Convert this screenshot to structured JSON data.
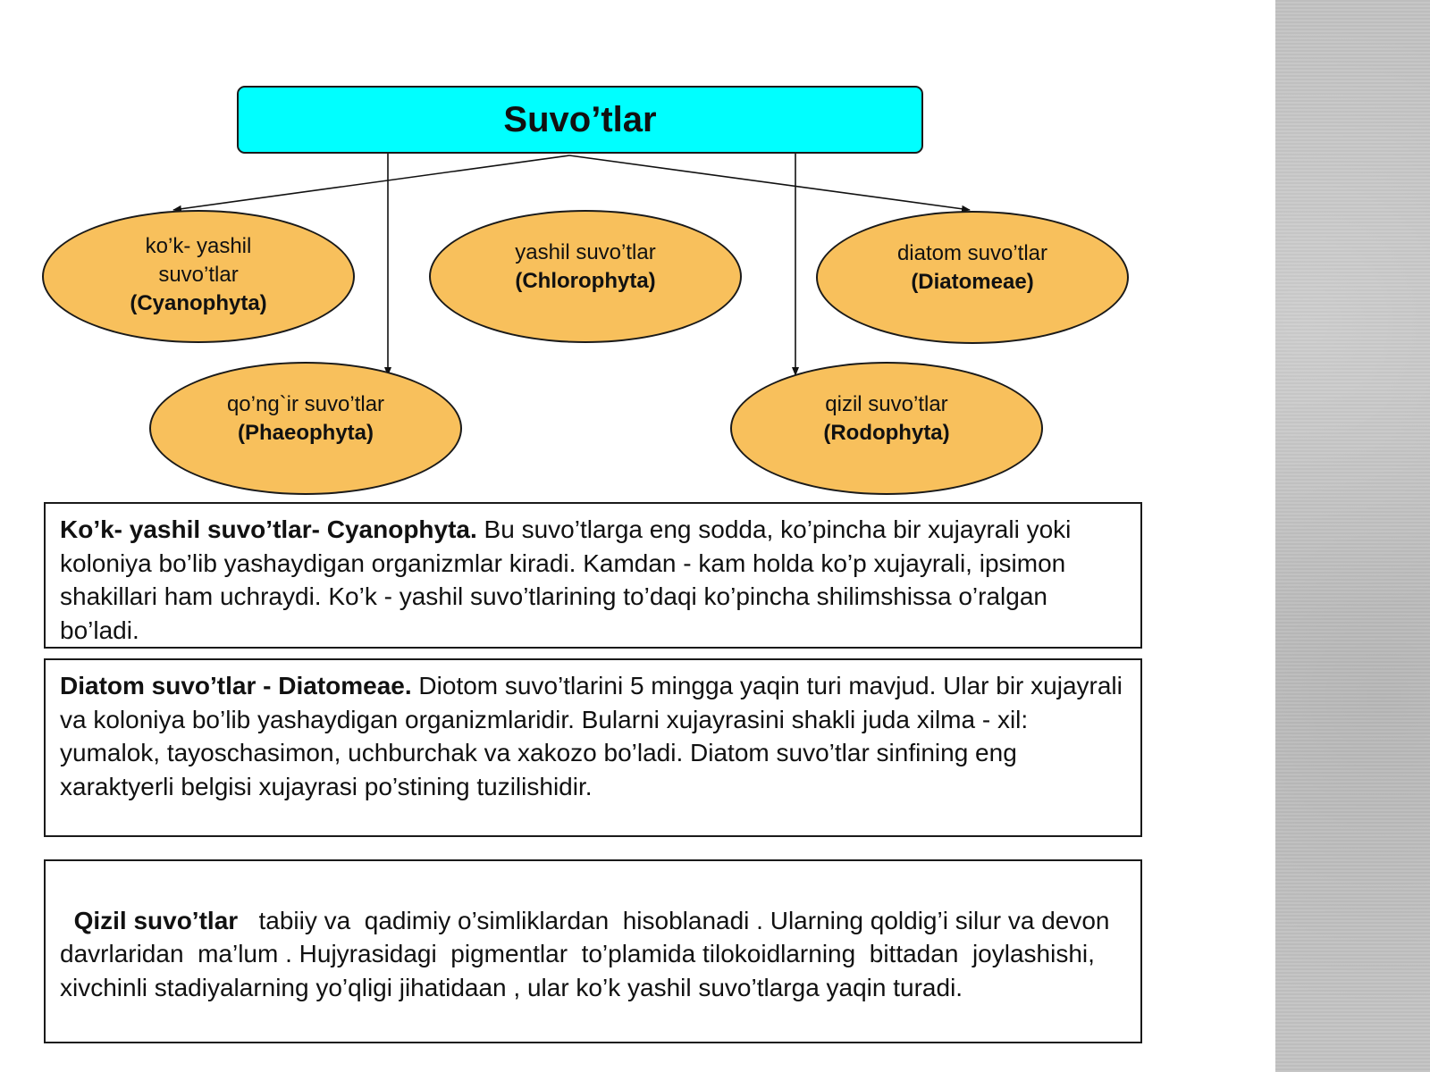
{
  "diagram": {
    "root": {
      "label": "Suvo’tlar",
      "color": "#00ffff"
    },
    "node_color": "#f8c05c",
    "nodes": [
      {
        "id": "cyanophyta",
        "name_lines": [
          "ko’k- yashil",
          "suvo’tlar"
        ],
        "latin": "(Cyanophyta)"
      },
      {
        "id": "chlorophyta",
        "name_lines": [
          "yashil suvo’tlar"
        ],
        "latin": "(Chlorophyta)"
      },
      {
        "id": "diatomeae",
        "name_lines": [
          "diatom suvo’tlar"
        ],
        "latin": "(Diatomeae)"
      },
      {
        "id": "phaeophyta",
        "name_lines": [
          "qo’ng`ir suvo’tlar"
        ],
        "latin": "(Phaeophyta)"
      },
      {
        "id": "rodophyta",
        "name_lines": [
          "qizil suvo’tlar"
        ],
        "latin": "(Rodophyta)"
      }
    ]
  },
  "descriptions": [
    {
      "id": "cyanophyta",
      "heading": "Ko’k- yashil suvo’tlar- Cyanophyta.",
      "text": " Bu suvo’tlarga eng sodda, ko’pincha bir xujayrali yoki koloniya bo’lib yashaydigan organizmlar kiradi. Kamdan - kam holda ko’p xujayrali, ipsimon shakillari ham uchraydi. Ko’k - yashil suvo’tlarining to’daqi ko’pincha shilimshissa o’ralgan bo’ladi."
    },
    {
      "id": "diatomeae",
      "heading": "Diatom suvo’tlar - Diatomeae.",
      "text": " Diotom suvo’tlarini 5 mingga yaqin turi mavjud. Ular bir xujayrali va koloniya bo’lib yashaydigan organizmlaridir. Bularni xujayrasini shakli juda xilma - xil: yumalok, tayoschasimon, uchburchak va xakozo bo’ladi. Diatom suvo’tlar sinfining eng xaraktyerli belgisi xujayrasi po’stining tuzilishidir."
    },
    {
      "id": "rodophyta",
      "heading": "Qizil suvo’tlar",
      "text": "   tabiiy va  qadimiy o’simliklardan  hisoblanadi . Ularning qoldig’i silur va devon davrlaridan  ma’lum . Hujyrasidagi  pigmentlar  to’plamida tilokoidlarning  bittadan  joylashishi, xivchinli stadiyalarning yo’qligi jihatidaan , ular ko’k yashil suvo’tlarga yaqin turadi."
    }
  ]
}
